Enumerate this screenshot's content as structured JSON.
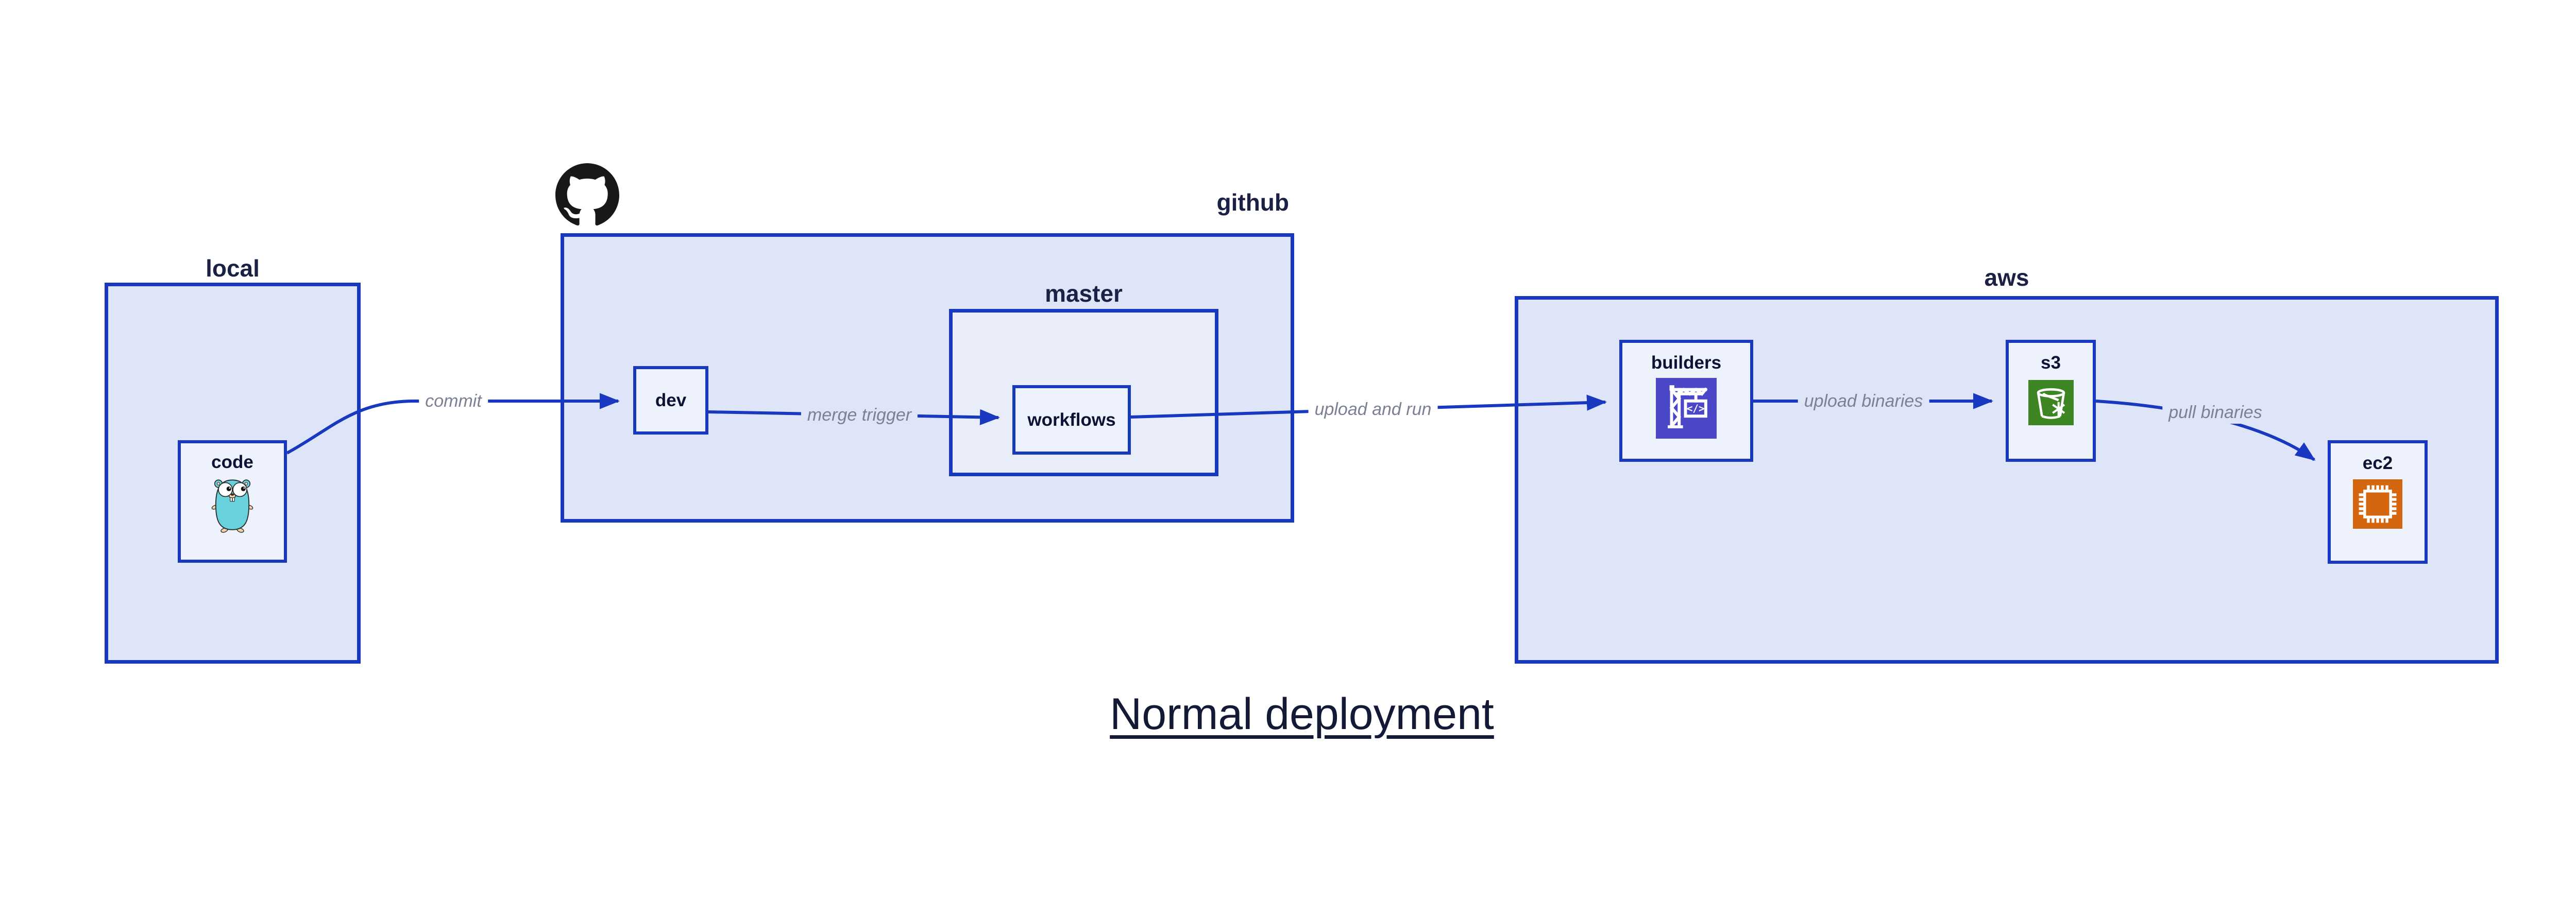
{
  "title": {
    "text": "Normal deployment"
  },
  "colors": {
    "canvas": "#ffffff",
    "accent": "#1838c0",
    "containerFill": "#dfe5f8",
    "midFill": "#e9edfa",
    "leafFill": "#eef2fc",
    "nodeText": "#0d1335",
    "containerText": "#1a2145",
    "edgeText": "#7c8095",
    "titleText": "#141a36",
    "codebuildIcon": "#4b47c9",
    "s3Icon": "#3e8624",
    "ec2Icon": "#d4660f",
    "gopherBody": "#68d1db",
    "gopherPaw": "#f2cfa4",
    "githubLogo": "#191717"
  },
  "containers": {
    "local": {
      "label": "local"
    },
    "github": {
      "label": "github"
    },
    "master": {
      "label": "master"
    },
    "aws": {
      "label": "aws"
    }
  },
  "nodes": {
    "code": {
      "label": "code",
      "icon": "go-gopher-icon"
    },
    "dev": {
      "label": "dev"
    },
    "workflows": {
      "label": "workflows"
    },
    "builders": {
      "label": "builders",
      "icon": "codebuild-icon"
    },
    "s3": {
      "label": "s3",
      "icon": "s3-glacier-bucket-icon"
    },
    "ec2": {
      "label": "ec2",
      "icon": "ec2-chip-icon"
    }
  },
  "edges": {
    "commit": {
      "label": "commit"
    },
    "merge_trigger": {
      "label": "merge trigger"
    },
    "upload_and_run": {
      "label": "upload and run"
    },
    "upload_binaries": {
      "label": "upload binaries"
    },
    "pull_binaries": {
      "label": "pull binaries"
    }
  }
}
